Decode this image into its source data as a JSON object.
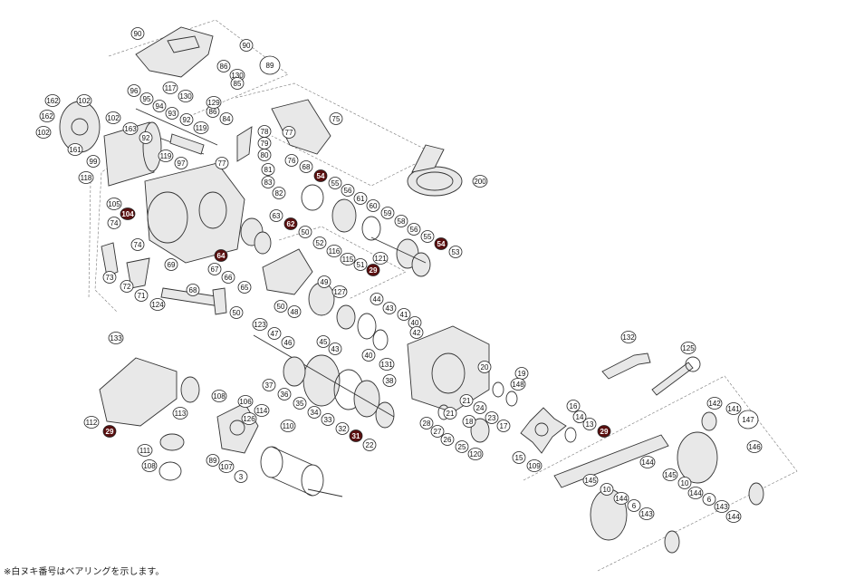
{
  "footnote": "※白ヌキ番号はベアリングを示します。",
  "colors": {
    "bearing_callout": "#5a1010",
    "line": "#333333"
  },
  "callouts": [
    {
      "label": "90",
      "b": false
    },
    {
      "label": "90",
      "b": false
    },
    {
      "label": "89",
      "b": false,
      "big": true
    },
    {
      "label": "86",
      "b": false
    },
    {
      "label": "130",
      "b": false
    },
    {
      "label": "85",
      "b": false
    },
    {
      "label": "117",
      "b": false
    },
    {
      "label": "130",
      "b": false
    },
    {
      "label": "86",
      "b": false
    },
    {
      "label": "96",
      "b": false
    },
    {
      "label": "95",
      "b": false
    },
    {
      "label": "94",
      "b": false
    },
    {
      "label": "93",
      "b": false
    },
    {
      "label": "92",
      "b": false
    },
    {
      "label": "119",
      "b": false
    },
    {
      "label": "129",
      "b": false
    },
    {
      "label": "84",
      "b": false
    },
    {
      "label": "162",
      "b": false
    },
    {
      "label": "102",
      "b": false
    },
    {
      "label": "162",
      "b": false
    },
    {
      "label": "102",
      "b": false
    },
    {
      "label": "102",
      "b": false
    },
    {
      "label": "163",
      "b": false
    },
    {
      "label": "92",
      "b": false
    },
    {
      "label": "161",
      "b": false
    },
    {
      "label": "119",
      "b": false
    },
    {
      "label": "97",
      "b": false
    },
    {
      "label": "99",
      "b": false
    },
    {
      "label": "118",
      "b": false
    },
    {
      "label": "78",
      "b": false
    },
    {
      "label": "79",
      "b": false
    },
    {
      "label": "80",
      "b": false
    },
    {
      "label": "77",
      "b": false
    },
    {
      "label": "81",
      "b": false
    },
    {
      "label": "83",
      "b": false
    },
    {
      "label": "82",
      "b": false
    },
    {
      "label": "75",
      "b": false
    },
    {
      "label": "77",
      "b": false
    },
    {
      "label": "76",
      "b": false
    },
    {
      "label": "68",
      "b": false
    },
    {
      "label": "54",
      "b": true
    },
    {
      "label": "55",
      "b": false
    },
    {
      "label": "56",
      "b": false
    },
    {
      "label": "61",
      "b": false
    },
    {
      "label": "60",
      "b": false
    },
    {
      "label": "59",
      "b": false
    },
    {
      "label": "58",
      "b": false
    },
    {
      "label": "56",
      "b": false
    },
    {
      "label": "55",
      "b": false
    },
    {
      "label": "54",
      "b": true
    },
    {
      "label": "53",
      "b": false
    },
    {
      "label": "200",
      "b": false
    },
    {
      "label": "105",
      "b": false
    },
    {
      "label": "104",
      "b": true
    },
    {
      "label": "74",
      "b": false
    },
    {
      "label": "63",
      "b": false
    },
    {
      "label": "62",
      "b": true
    },
    {
      "label": "50",
      "b": false
    },
    {
      "label": "52",
      "b": false
    },
    {
      "label": "116",
      "b": false
    },
    {
      "label": "115",
      "b": false
    },
    {
      "label": "29",
      "b": true
    },
    {
      "label": "51",
      "b": false
    },
    {
      "label": "121",
      "b": false
    },
    {
      "label": "74",
      "b": false
    },
    {
      "label": "64",
      "b": true
    },
    {
      "label": "67",
      "b": false
    },
    {
      "label": "66",
      "b": false
    },
    {
      "label": "65",
      "b": false
    },
    {
      "label": "69",
      "b": false
    },
    {
      "label": "73",
      "b": false
    },
    {
      "label": "72",
      "b": false
    },
    {
      "label": "71",
      "b": false
    },
    {
      "label": "68",
      "b": false
    },
    {
      "label": "124",
      "b": false
    },
    {
      "label": "49",
      "b": false
    },
    {
      "label": "127",
      "b": false
    },
    {
      "label": "44",
      "b": false
    },
    {
      "label": "50",
      "b": false
    },
    {
      "label": "50",
      "b": false
    },
    {
      "label": "48",
      "b": false
    },
    {
      "label": "123",
      "b": false
    },
    {
      "label": "47",
      "b": false
    },
    {
      "label": "46",
      "b": false
    },
    {
      "label": "45",
      "b": false
    },
    {
      "label": "43",
      "b": false
    },
    {
      "label": "43",
      "b": false
    },
    {
      "label": "41",
      "b": false
    },
    {
      "label": "40",
      "b": false
    },
    {
      "label": "42",
      "b": false
    },
    {
      "label": "40",
      "b": false
    },
    {
      "label": "131",
      "b": false
    },
    {
      "label": "133",
      "b": false
    },
    {
      "label": "132",
      "b": false
    },
    {
      "label": "125",
      "b": false
    },
    {
      "label": "20",
      "b": false
    },
    {
      "label": "19",
      "b": false
    },
    {
      "label": "148",
      "b": false
    },
    {
      "label": "38",
      "b": false
    },
    {
      "label": "37",
      "b": false
    },
    {
      "label": "36",
      "b": false
    },
    {
      "label": "35",
      "b": false
    },
    {
      "label": "34",
      "b": false
    },
    {
      "label": "33",
      "b": false
    },
    {
      "label": "32",
      "b": false
    },
    {
      "label": "31",
      "b": true
    },
    {
      "label": "22",
      "b": false
    },
    {
      "label": "21",
      "b": false
    },
    {
      "label": "24",
      "b": false
    },
    {
      "label": "21",
      "b": false
    },
    {
      "label": "23",
      "b": false
    },
    {
      "label": "18",
      "b": false
    },
    {
      "label": "17",
      "b": false
    },
    {
      "label": "16",
      "b": false
    },
    {
      "label": "14",
      "b": false
    },
    {
      "label": "13",
      "b": false
    },
    {
      "label": "29",
      "b": true
    },
    {
      "label": "28",
      "b": false
    },
    {
      "label": "27",
      "b": false
    },
    {
      "label": "26",
      "b": false
    },
    {
      "label": "25",
      "b": false
    },
    {
      "label": "120",
      "b": false
    },
    {
      "label": "15",
      "b": false
    },
    {
      "label": "109",
      "b": false
    },
    {
      "label": "108",
      "b": false
    },
    {
      "label": "106",
      "b": false
    },
    {
      "label": "114",
      "b": false
    },
    {
      "label": "112",
      "b": false
    },
    {
      "label": "113",
      "b": false
    },
    {
      "label": "29",
      "b": true
    },
    {
      "label": "126",
      "b": false
    },
    {
      "label": "110",
      "b": false
    },
    {
      "label": "111",
      "b": false
    },
    {
      "label": "108",
      "b": false
    },
    {
      "label": "89",
      "b": false
    },
    {
      "label": "107",
      "b": false
    },
    {
      "label": "3",
      "b": false
    },
    {
      "label": "142",
      "b": false
    },
    {
      "label": "141",
      "b": false
    },
    {
      "label": "147",
      "b": false,
      "big": true
    },
    {
      "label": "146",
      "b": false
    },
    {
      "label": "144",
      "b": false
    },
    {
      "label": "145",
      "b": false
    },
    {
      "label": "10",
      "b": false
    },
    {
      "label": "144",
      "b": false
    },
    {
      "label": "6",
      "b": false
    },
    {
      "label": "143",
      "b": false
    },
    {
      "label": "144",
      "b": false
    },
    {
      "label": "145",
      "b": false
    },
    {
      "label": "10",
      "b": false
    },
    {
      "label": "144",
      "b": false
    },
    {
      "label": "6",
      "b": false
    },
    {
      "label": "143",
      "b": false
    }
  ]
}
